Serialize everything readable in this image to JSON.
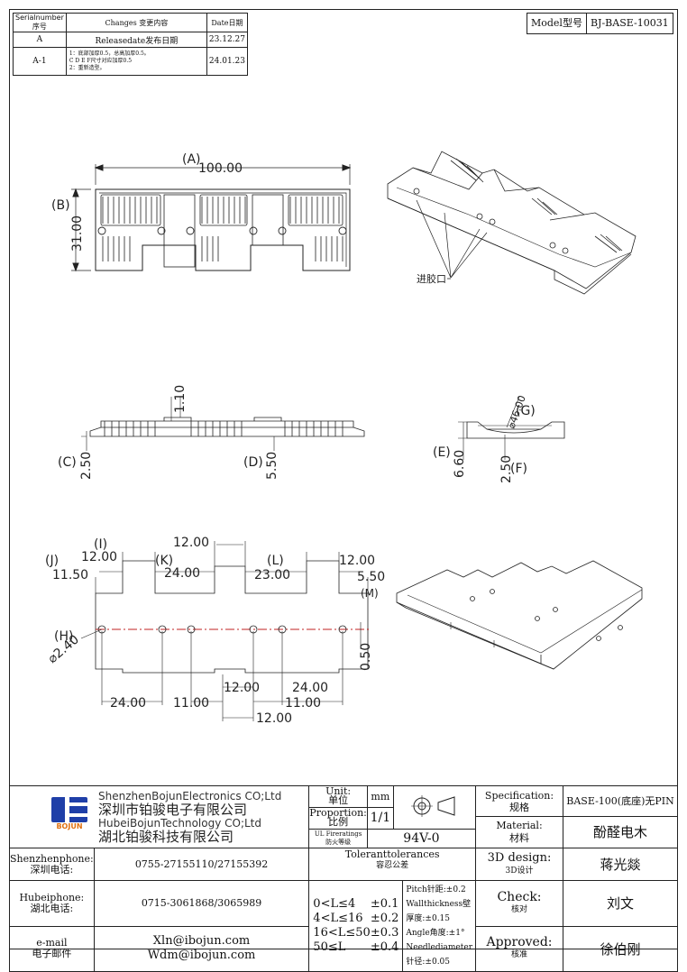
{
  "revision_table": {
    "headers": [
      "Serialnumber序号",
      "Changes 变更内容",
      "Date日期"
    ],
    "rows": [
      {
        "serial": "A",
        "change": "Releasedate发布日期",
        "date": "23.12.27"
      },
      {
        "serial": "A-1",
        "change_lines": [
          "1：底部加厚0.5，总高加厚0.5。",
          "C D E F尺寸对应加厚0.5",
          "2：重新造型。"
        ],
        "date": "24.01.23"
      }
    ]
  },
  "model": {
    "label": "Model型号",
    "value": "BJ-BASE-10031"
  },
  "dims": {
    "A": "(A)",
    "A_val": "100.00",
    "B": "(B)",
    "B_val": "31.00",
    "side_h": "1.10",
    "C": "(C)",
    "C_val": "2.50",
    "D": "(D)",
    "D_val": "5.50",
    "G": "(G)",
    "G_val": "⌀46.00",
    "E": "(E)",
    "E_val": "6.60",
    "F": "(F)",
    "F_val": "2.50",
    "gate_label": "进胶口",
    "I": "(I)",
    "I_val": "12.00",
    "J": "(J)",
    "J_val": "11.50",
    "K": "(K)",
    "K_val": "24.00",
    "top_12": "12.00",
    "L": "(L)",
    "L_val": "23.00",
    "M": "(M)",
    "M_right_12": "12.00",
    "M_val": "5.50",
    "H": "(H)",
    "H_val": "⌀2.40",
    "v_050": "0.50",
    "b_24a": "24.00",
    "b_11a": "11.00",
    "b_12a": "12.00",
    "b_11b": "11.00",
    "b_24b": "24.00",
    "b_12b": "12.00"
  },
  "title_block": {
    "company_en_1": "ShenzhenBojunElectronics CO;Ltd",
    "company_zh_1": "深圳市铂骏电子有限公司",
    "company_en_2": "HubeiBojunTechnology CO;Ltd",
    "company_zh_2": "湖北铂骏科技有限公司",
    "logo_text": "BOJUN",
    "unit_label": "Unit:",
    "unit_zh": "单位",
    "unit_value": "mm",
    "proportion_label": "Proportion:",
    "proportion_zh": "比例",
    "proportion_value": "1/1",
    "fire_label": "UL Fireratings",
    "fire_zh": "防火等级",
    "fire_value": "94V-0",
    "spec_label": "Specification:",
    "spec_zh": "规格",
    "spec_value": "BASE-100(底座)无PIN",
    "material_label": "Material:",
    "material_zh": "材料",
    "material_value": "酚醛电木",
    "design_label": "3D design:",
    "design_zh": "3D设计",
    "design_value": "蒋光燚",
    "check_label": "Check:",
    "check_zh": "核对",
    "check_value": "刘文",
    "approved_label": "Approved:",
    "approved_zh": "核准",
    "approved_value": "徐伯刚",
    "sz_phone_label": "Shenzhenphone:",
    "sz_phone_zh": "深圳电话:",
    "sz_phone": "0755-27155110/27155392",
    "hb_phone_label": "Hubeiphone:",
    "hb_phone_zh": "湖北电话:",
    "hb_phone": "0715-3061868/3065989",
    "email_label": "e-mail",
    "email_zh": "电子邮件",
    "email_1": "Xln@ibojun.com",
    "email_2": "Wdm@ibojun.com",
    "tol_title": "Toleranttolerances",
    "tol_zh": "容忍公差",
    "tol_rows": [
      {
        "range": "0<L≤4",
        "tol": "±0.1"
      },
      {
        "range": "4<L≤16",
        "tol": "±0.2"
      },
      {
        "range": "16<L≤50",
        "tol": "±0.3"
      },
      {
        "range": "50≤L",
        "tol": "±0.4"
      }
    ],
    "tol_notes": [
      "Pitch针距:±0.2",
      "Wallthickness壁厚度:±0.15",
      "Angle角度:±1°",
      "Needlediameter针径:±0.05"
    ]
  }
}
